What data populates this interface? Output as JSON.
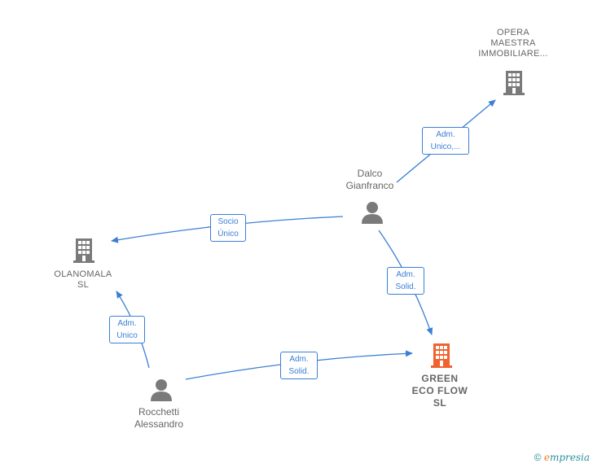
{
  "nodes": {
    "opera": {
      "lines": [
        "OPERA",
        "MAESTRA",
        "IMMOBILIARE..."
      ]
    },
    "dalco": {
      "lines": [
        "Dalco",
        "Gianfranco"
      ]
    },
    "olanomala": {
      "lines": [
        "OLANOMALA",
        "SL"
      ]
    },
    "green": {
      "lines": [
        "GREEN",
        "ECO FLOW",
        "SL"
      ]
    },
    "rocchetti": {
      "lines": [
        "Rocchetti",
        "Alessandro"
      ]
    }
  },
  "edges": {
    "dalco_opera": {
      "lines": [
        "Adm.",
        "Unico,..."
      ]
    },
    "dalco_olanomala": {
      "lines": [
        "Socio",
        "Único"
      ]
    },
    "dalco_green": {
      "lines": [
        "Adm.",
        "Solid."
      ]
    },
    "rocchetti_olanomala": {
      "lines": [
        "Adm.",
        "Unico"
      ]
    },
    "rocchetti_green": {
      "lines": [
        "Adm.",
        "Solid."
      ]
    }
  },
  "colors": {
    "edge": "#3a7fd5",
    "company_icon": "#7a7a7a",
    "main_company_icon": "#f0622f",
    "person_icon": "#7a7a7a"
  },
  "footer": {
    "copyright": "©",
    "brand_initial": "e",
    "brand_rest": "mpresia"
  }
}
